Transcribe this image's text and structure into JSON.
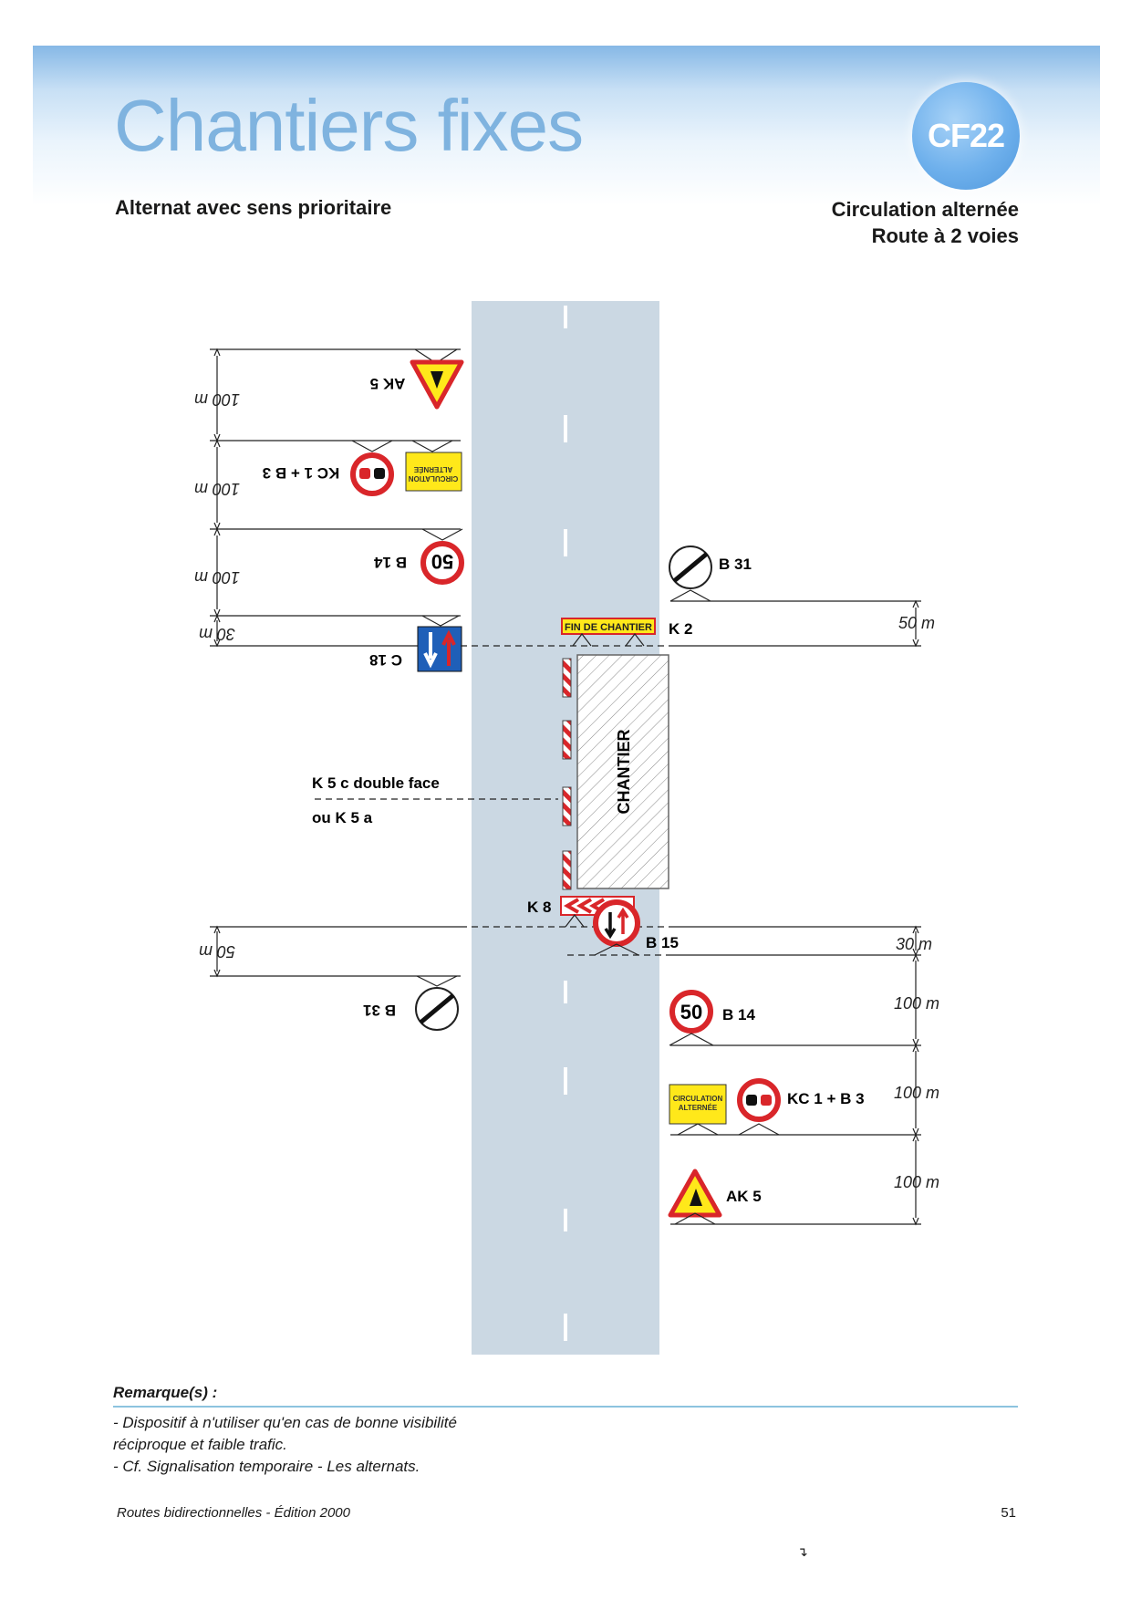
{
  "header": {
    "title": "Chantiers fixes",
    "code": "CF22",
    "subtitle_left": "Alternat avec sens prioritaire",
    "subtitle_right_line1": "Circulation alternée",
    "subtitle_right_line2": "Route à 2 voies"
  },
  "colors": {
    "title": "#7fb3df",
    "road": "#cbd8e3",
    "sign_red": "#d9262a",
    "sign_yellow": "#ffe81a",
    "sign_blue": "#1f5fb8",
    "remark_rule": "#8cc3df"
  },
  "diagram": {
    "left_side": {
      "dimensions": [
        "100 m",
        "100 m",
        "100 m",
        "30 m",
        "50 m"
      ],
      "signs": {
        "ak5": "AK 5",
        "kc1_b3": "KC 1 + B 3",
        "b14": "B 14",
        "b14_value": "50",
        "c18": "C 18",
        "b31": "B 31",
        "panel_text_line1": "CIRCULATION",
        "panel_text_line2": "ALTERNÉE"
      }
    },
    "right_side": {
      "dimensions": [
        "50 m",
        "30 m",
        "100 m",
        "100 m",
        "100 m"
      ],
      "signs": {
        "b31": "B 31",
        "k2": "K 2",
        "k2_text": "FIN DE CHANTIER",
        "k8": "K 8",
        "b15": "B 15",
        "b14": "B 14",
        "b14_value": "50",
        "kc1_b3": "KC 1 + B 3",
        "ak5": "AK 5",
        "panel_text_line1": "CIRCULATION",
        "panel_text_line2": "ALTERNÉE"
      }
    },
    "worksite_label": "CHANTIER",
    "k5_label_line1": "K 5 c double face",
    "k5_label_line2": "ou K 5 a"
  },
  "remarks": {
    "heading": "Remarque(s) :",
    "lines": [
      "- Dispositif à n'utiliser qu'en cas de bonne visibilité",
      "réciproque et faible trafic.",
      "- Cf. Signalisation temporaire - Les alternats."
    ]
  },
  "footer": {
    "source": "Routes bidirectionnelles - Édition 2000",
    "page_number": "51",
    "mark": "↴"
  }
}
